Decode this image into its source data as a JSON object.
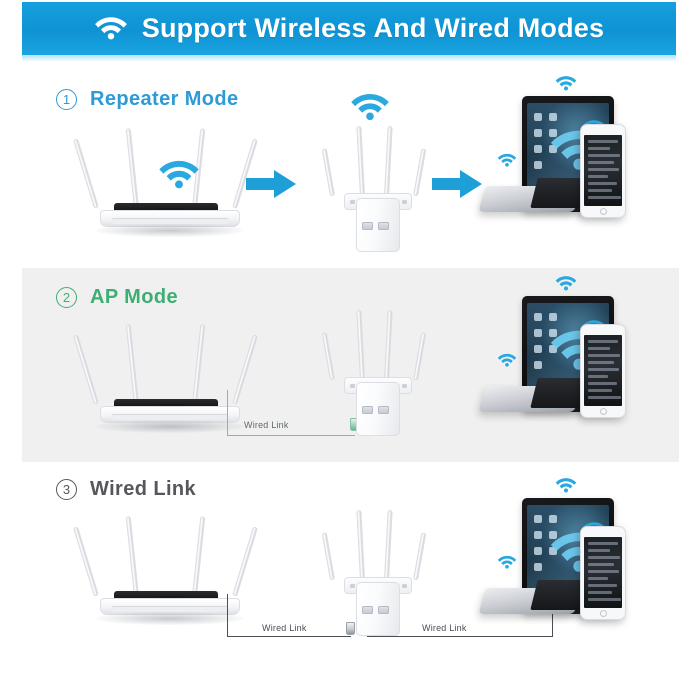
{
  "banner": {
    "title": "Support Wireless And Wired Modes",
    "icon": "wifi-icon",
    "background_color": "#139ddb",
    "text_color": "#ffffff"
  },
  "sections": [
    {
      "id": "repeater",
      "number": "1",
      "title": "Repeater Mode",
      "color": "#2e9ad6",
      "background": "#ffffff",
      "devices": [
        "wifi-router",
        "wifi-range-extender",
        "client-devices"
      ],
      "links": [
        "wireless",
        "wireless"
      ],
      "labels": []
    },
    {
      "id": "ap",
      "number": "2",
      "title": "AP Mode",
      "color": "#3fae73",
      "background": "#f0f0f0",
      "devices": [
        "wifi-router",
        "wifi-range-extender",
        "client-devices"
      ],
      "links": [
        "wired",
        "wireless"
      ],
      "labels": [
        "Wired Link"
      ]
    },
    {
      "id": "wired",
      "number": "3",
      "title": "Wired Link",
      "color": "#55575c",
      "background": "#ffffff",
      "devices": [
        "wifi-router",
        "wifi-range-extender",
        "client-devices"
      ],
      "links": [
        "wired",
        "wired"
      ],
      "labels": [
        "Wired Link",
        "Wired Link"
      ]
    }
  ],
  "wire_labels": {
    "ap_mode": "Wired Link",
    "wired_left": "Wired Link",
    "wired_right": "Wired Link"
  },
  "colors": {
    "banner_blue": "#139ddb",
    "arrow_blue": "#1e9fd8",
    "wifi_blue": "#2aa9e0",
    "mode_green": "#3fae73",
    "mode_gray": "#55575c",
    "band_gray": "#f0f0f0",
    "cable_green": "#74c39c",
    "cable_dark": "#4c4f55"
  }
}
